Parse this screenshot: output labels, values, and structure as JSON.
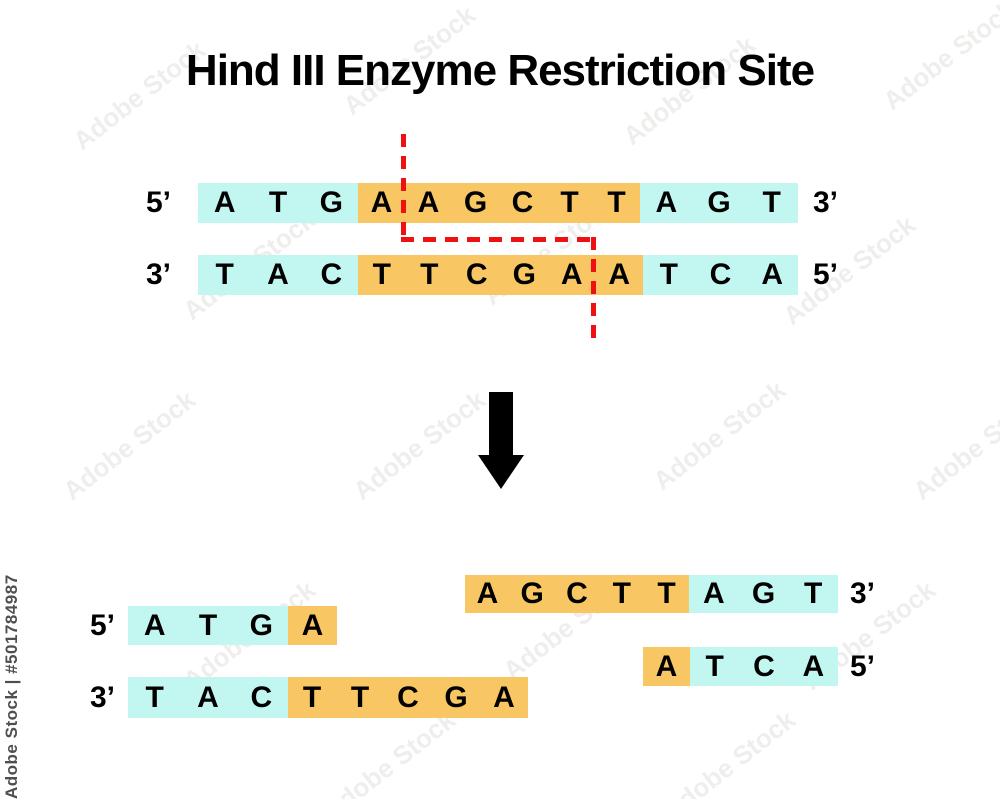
{
  "title": "Hind III Enzyme Restriction Site",
  "colors": {
    "cyan_highlight": "#c2f6f0",
    "orange_recognition_site": "#f8c764",
    "cut_line_red": "#ee1111",
    "text_black": "#000000"
  },
  "watermark": {
    "tile_text": "Adobe Stock",
    "side_text": "Adobe Stock | #501784987"
  },
  "top_duplex": {
    "strand1": {
      "left_label": "5’",
      "right_label": "3’",
      "sequence": "ATGAAGCTTAGT",
      "segments": [
        {
          "letters": [
            "A",
            "T",
            "G"
          ],
          "color": "cyan"
        },
        {
          "letters": [
            "A",
            "A",
            "G",
            "C",
            "T",
            "T"
          ],
          "color": "orange"
        },
        {
          "letters": [
            "A",
            "G",
            "T"
          ],
          "color": "cyan"
        }
      ]
    },
    "strand2": {
      "left_label": "3’",
      "right_label": "5’",
      "sequence": "TACTTCGAATCA",
      "segments": [
        {
          "letters": [
            "T",
            "A",
            "C"
          ],
          "color": "cyan"
        },
        {
          "letters": [
            "T",
            "T",
            "C",
            "G",
            "A",
            "A"
          ],
          "color": "orange"
        },
        {
          "letters": [
            "T",
            "C",
            "A"
          ],
          "color": "cyan"
        }
      ]
    }
  },
  "products": {
    "left_fragment": {
      "strand1": {
        "left_label": "5’",
        "sequence": "ATGA",
        "segments": [
          {
            "letters": [
              "A",
              "T",
              "G"
            ],
            "color": "cyan"
          },
          {
            "letters": [
              "A"
            ],
            "color": "orange"
          }
        ]
      },
      "strand2": {
        "left_label": "3’",
        "sequence": "TACTTCGA",
        "segments": [
          {
            "letters": [
              "T",
              "A",
              "C"
            ],
            "color": "cyan"
          },
          {
            "letters": [
              "T",
              "T",
              "C",
              "G",
              "A"
            ],
            "color": "orange"
          }
        ]
      }
    },
    "right_fragment": {
      "strand1": {
        "right_label": "3’",
        "sequence": "AGCTTAGT",
        "segments": [
          {
            "letters": [
              "A",
              "G",
              "C",
              "T",
              "T"
            ],
            "color": "orange"
          },
          {
            "letters": [
              "A",
              "G",
              "T"
            ],
            "color": "cyan"
          }
        ]
      },
      "strand2": {
        "right_label": "5’",
        "sequence": "ATCA",
        "segments": [
          {
            "letters": [
              "A"
            ],
            "color": "orange"
          },
          {
            "letters": [
              "T",
              "C",
              "A"
            ],
            "color": "cyan"
          }
        ]
      }
    }
  }
}
